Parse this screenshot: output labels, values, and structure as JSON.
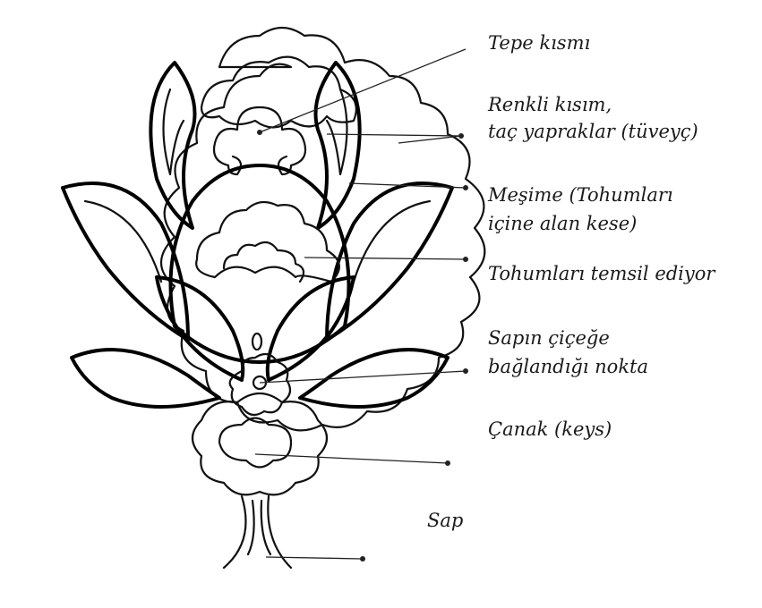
{
  "labels": {
    "tepe": "Tepe kısmı",
    "renkli_1": "Renkli kısım,",
    "renkli_2": "taç yapraklar (tüveyç)",
    "mesime_1": "Meşime (Tohumları",
    "mesime_2": "içine alan kese)",
    "tohumlar": "Tohumları temsil ediyor",
    "sapin_1": "Sapın çiçeğe",
    "sapin_2": "bağlandığı nokta",
    "canak": "Çanak (keys)",
    "sap": "Sap"
  }
}
